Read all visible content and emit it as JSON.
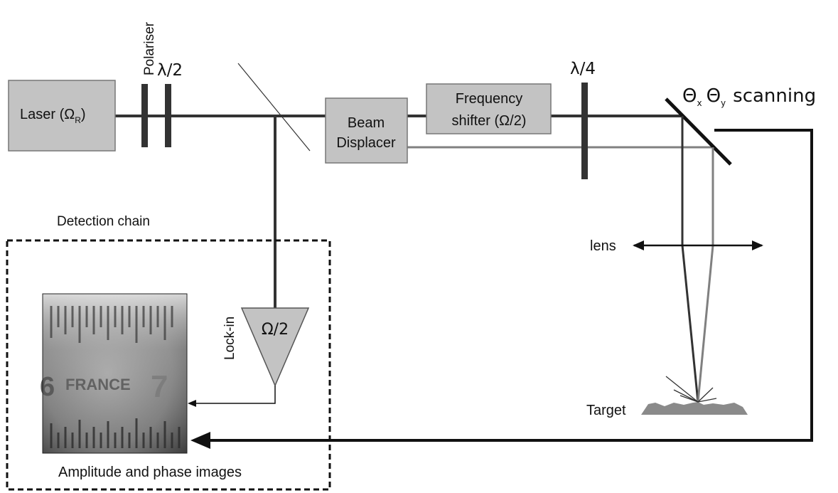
{
  "labels": {
    "laser_main": "Laser (Ω",
    "laser_sub": "R",
    "laser_close": ")",
    "polariser": "Polariser",
    "half_wave": "λ/2",
    "quarter_wave": "λ/4",
    "beam_displacer_1": "Beam",
    "beam_displacer_2": "Displacer",
    "freq_shifter_1": "Frequency",
    "freq_shifter_2": "shifter (Ω/2)",
    "theta_x": "Θ",
    "x_sub": "x",
    "theta_y": "Θ",
    "y_sub": "y",
    "scanning": "scanning",
    "lens": "lens",
    "target": "Target",
    "detection_chain": "Detection chain",
    "lock_in": "Lock-in",
    "lock_in_freq": "Ω/2",
    "amplitude_phase": "Amplitude and phase images"
  },
  "image_text": {
    "left_digit": "6",
    "stamp": "FRANCE",
    "right_digit": "7"
  },
  "colors": {
    "box_fill": "#c3c3c3",
    "line_dark": "#333333",
    "line_gray": "#808080",
    "target_fill": "#8a8a8a"
  }
}
